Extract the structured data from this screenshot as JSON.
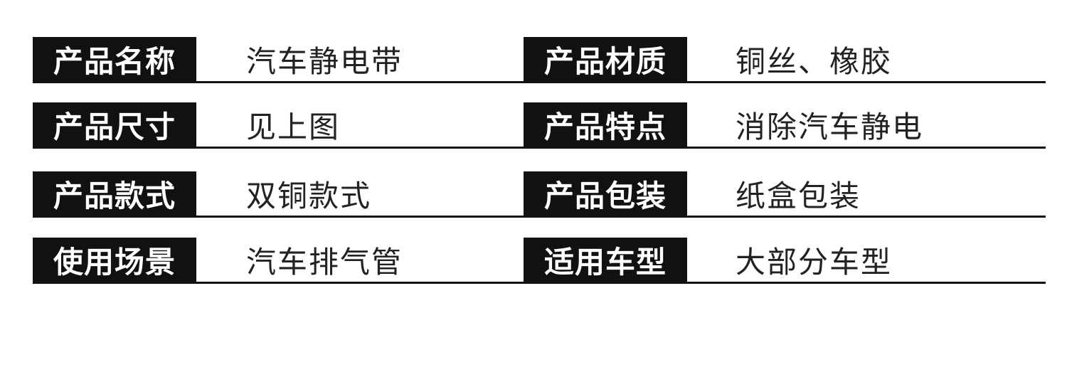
{
  "specs": [
    {
      "left": {
        "label": "产品名称",
        "value": "汽车静电带"
      },
      "right": {
        "label": "产品材质",
        "value": "铜丝、橡胶"
      }
    },
    {
      "left": {
        "label": "产品尺寸",
        "value": "见上图"
      },
      "right": {
        "label": "产品特点",
        "value": "消除汽车静电"
      }
    },
    {
      "left": {
        "label": "产品款式",
        "value": "双铜款式"
      },
      "right": {
        "label": "产品包装",
        "value": "纸盒包装"
      }
    },
    {
      "left": {
        "label": "使用场景",
        "value": "汽车排气管"
      },
      "right": {
        "label": "适用车型",
        "value": "大部分车型"
      }
    }
  ]
}
